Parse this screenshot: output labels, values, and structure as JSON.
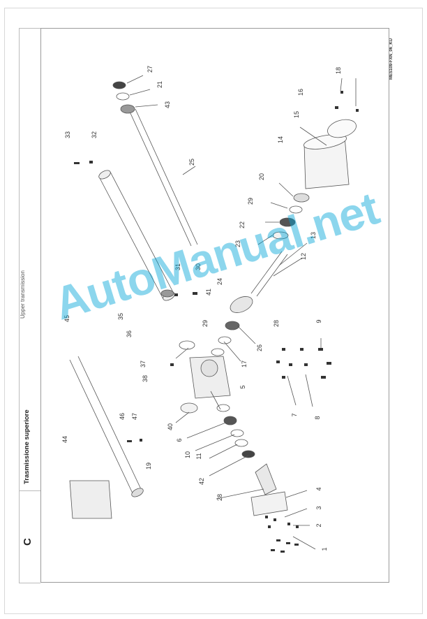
{
  "section_letter": "C",
  "title_it": "Trasmissione superiore",
  "title_en": "Upper transmission",
  "doc_code": "MES109-FXN_06_KU",
  "watermark": "AutoManual.net",
  "callouts": [
    "27",
    "21",
    "43",
    "33",
    "32",
    "25",
    "18",
    "16",
    "15",
    "14",
    "20",
    "29",
    "22",
    "23",
    "13",
    "12",
    "31",
    "30",
    "24",
    "41",
    "45",
    "35",
    "29",
    "28",
    "36",
    "26",
    "37",
    "17",
    "9",
    "38",
    "5",
    "40",
    "6",
    "10",
    "11",
    "46",
    "47",
    "7",
    "8",
    "44",
    "19",
    "42",
    "28",
    "4",
    "3",
    "2",
    "1"
  ]
}
